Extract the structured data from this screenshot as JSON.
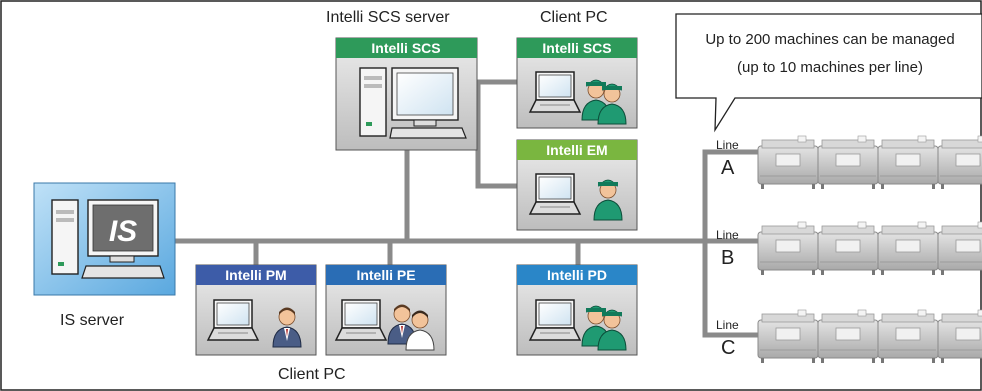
{
  "labels": {
    "scs_server": "Intelli SCS server",
    "client_pc_top": "Client PC",
    "client_pc_bottom": "Client PC",
    "is_server": "IS server"
  },
  "callout": {
    "line1": "Up to 200 machines can be managed",
    "line2": "(up to 10 machines per line)"
  },
  "nodes": {
    "scs_server": "Intelli SCS",
    "scs_client": "Intelli SCS",
    "em_client": "Intelli EM",
    "pm_client": "Intelli PM",
    "pe_client": "Intelli PE",
    "pd_client": "Intelli PD",
    "is_logo": "IS"
  },
  "lines": [
    {
      "word": "Line",
      "letter": "A"
    },
    {
      "word": "Line",
      "letter": "B"
    },
    {
      "word": "Line",
      "letter": "C"
    }
  ],
  "colors": {
    "header_green": "#2e9a5a",
    "header_em": "#7ab640",
    "header_pm": "#3d5ca8",
    "header_pe": "#2a6db5",
    "header_pd": "#2a86c8",
    "network": "#8a8a8a",
    "is_blue": "#4f9fd8"
  },
  "icons": {
    "scs_server": "desktop-pc-icon",
    "is_server": "server-monitor-icon",
    "client": "laptop-icon",
    "people": "operator-people-icon",
    "machine": "mounter-machine-icon"
  }
}
